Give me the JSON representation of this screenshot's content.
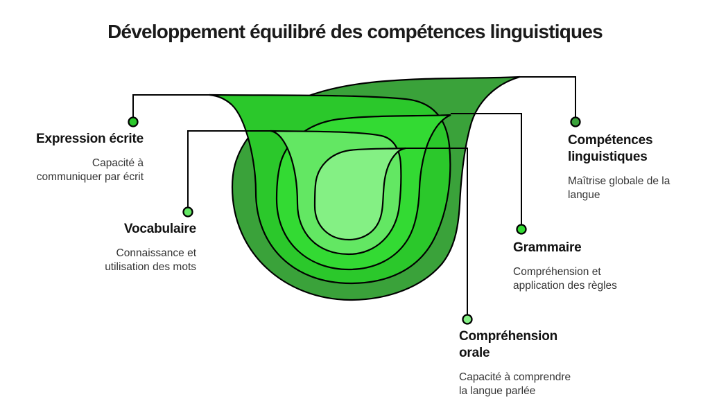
{
  "title": "Développement équilibré des compétences linguistiques",
  "nodes": {
    "competences_linguistiques": {
      "label": "Compétences linguistiques",
      "description": "Maîtrise globale de la langue",
      "color": "#3AA23A"
    },
    "expression_ecrite": {
      "label": "Expression écrite",
      "description": "Capacité à communiquer par écrit",
      "color": "#2BC82B"
    },
    "grammaire": {
      "label": "Grammaire",
      "description": "Compréhension et application des règles",
      "color": "#33DA33"
    },
    "vocabulaire": {
      "label": "Vocabulaire",
      "description": "Connaissance et utilisation des mots",
      "color": "#63E763"
    },
    "comprehension_orale": {
      "label": "Compréhension orale",
      "description": "Capacité à comprendre la langue parlée",
      "color": "#84F084"
    }
  },
  "style": {
    "background": "#FFFFFF",
    "outline": "#000000",
    "title_color": "#1A1A1A",
    "description_color": "#333333"
  }
}
